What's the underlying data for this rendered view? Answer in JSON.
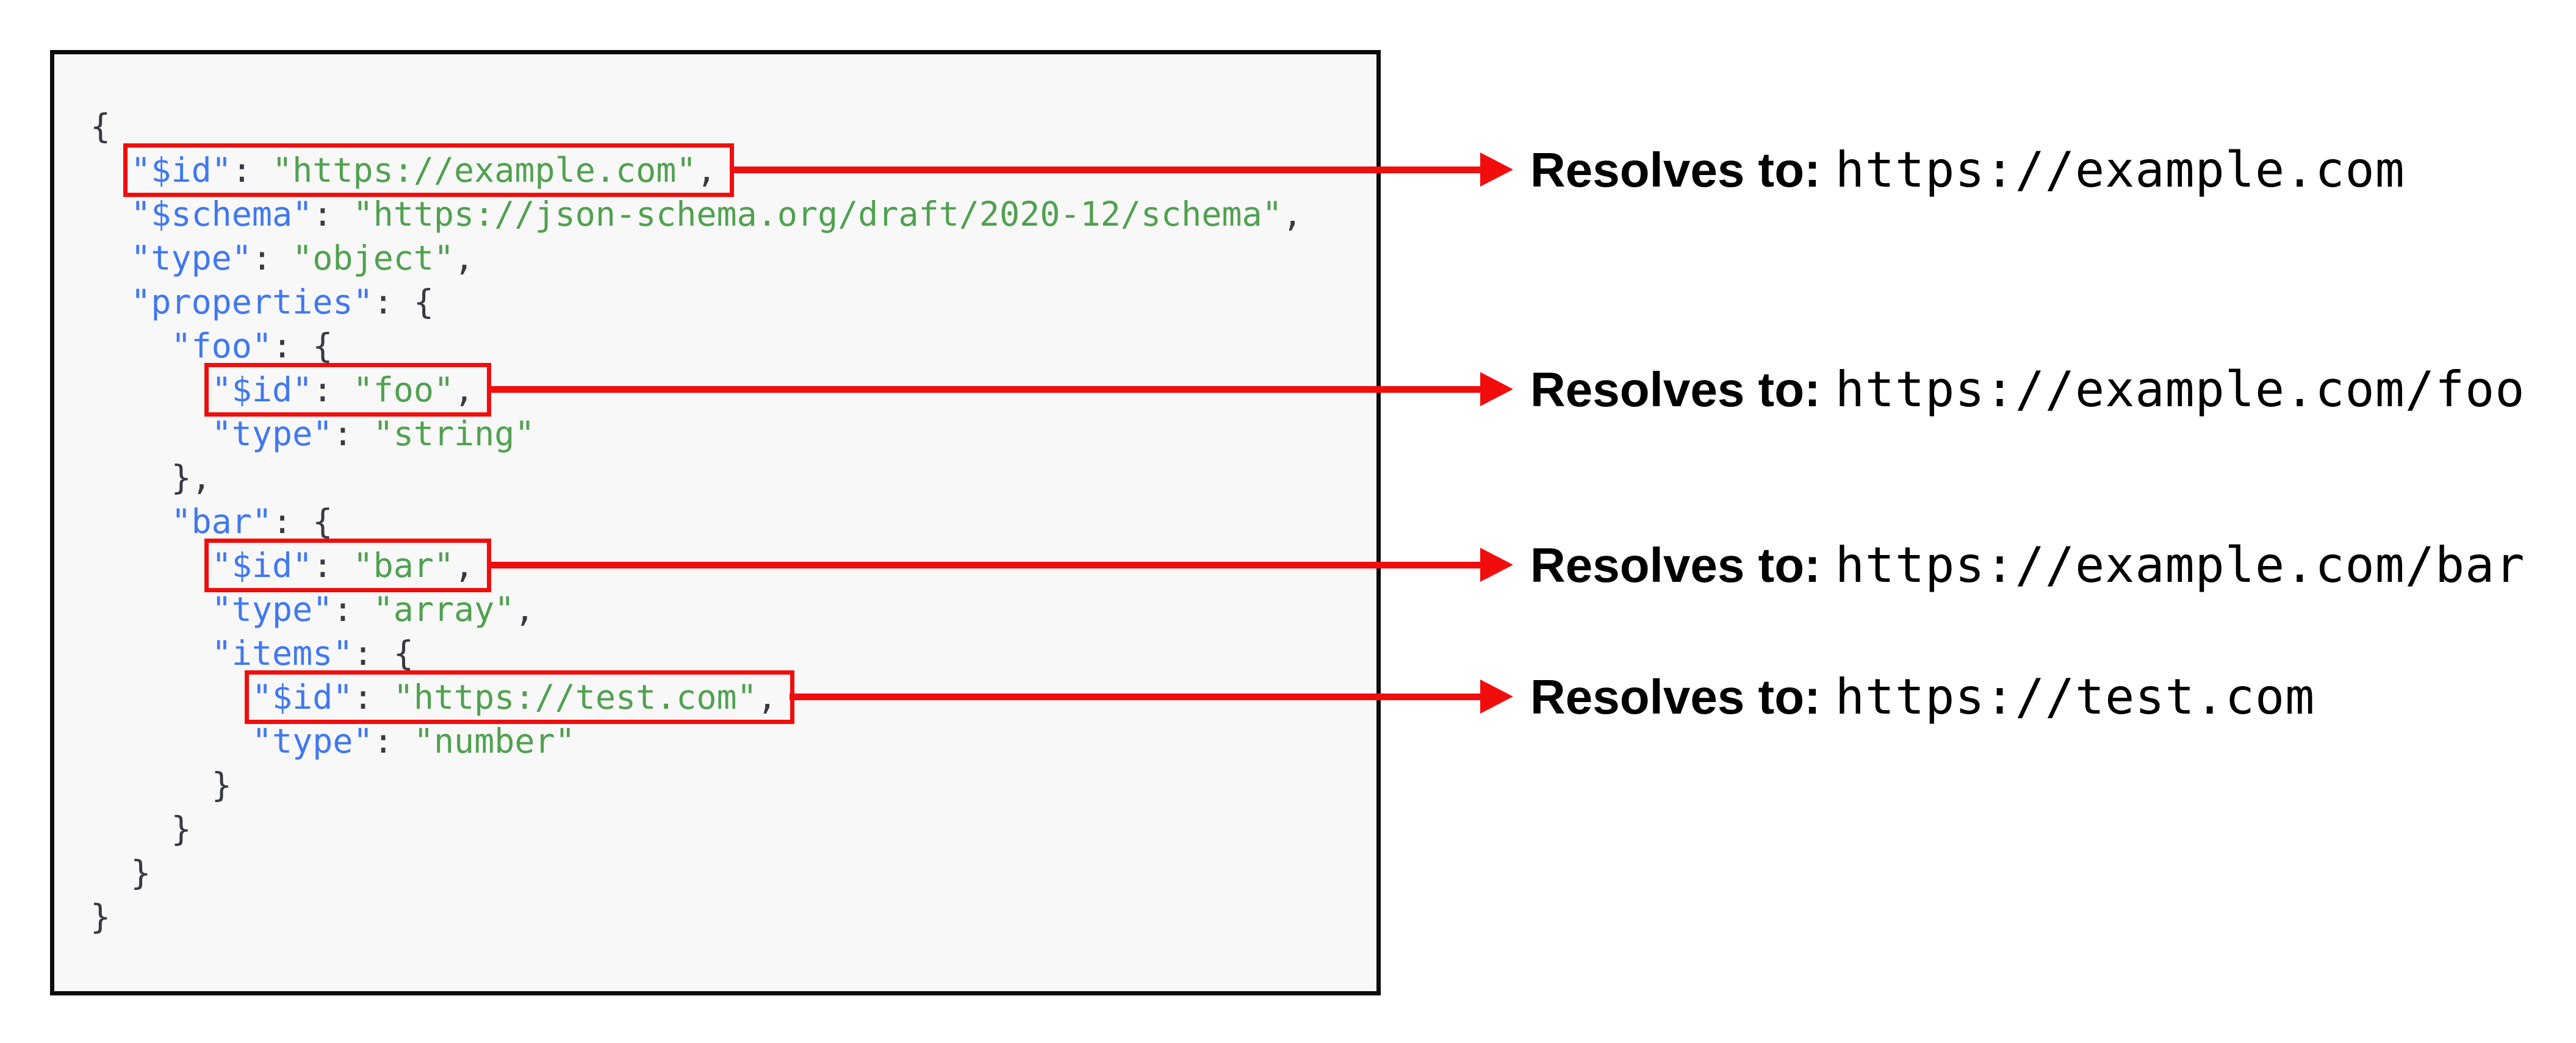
{
  "colors": {
    "key_blue": "#4078f2",
    "string_green": "#50a14f",
    "punct": "#383a42",
    "accent_red": "#f20d0d",
    "panel_bg": "#f8f8f8",
    "panel_border": "#0b0b0b",
    "annotation_text": "#000000"
  },
  "code_panel": {
    "language": "json",
    "lines": [
      {
        "indent": "",
        "box": false,
        "segments": [
          {
            "t": "p",
            "v": "{"
          }
        ]
      },
      {
        "indent": "  ",
        "box": true,
        "segments": [
          {
            "t": "k",
            "v": "\"$id\""
          },
          {
            "t": "p",
            "v": ": "
          },
          {
            "t": "s",
            "v": "\"https://example.com\""
          },
          {
            "t": "p",
            "v": ","
          }
        ]
      },
      {
        "indent": "  ",
        "box": false,
        "segments": [
          {
            "t": "k",
            "v": "\"$schema\""
          },
          {
            "t": "p",
            "v": ": "
          },
          {
            "t": "s",
            "v": "\"https://json-schema.org/draft/2020-12/schema\""
          },
          {
            "t": "p",
            "v": ","
          }
        ]
      },
      {
        "indent": "  ",
        "box": false,
        "segments": [
          {
            "t": "k",
            "v": "\"type\""
          },
          {
            "t": "p",
            "v": ": "
          },
          {
            "t": "s",
            "v": "\"object\""
          },
          {
            "t": "p",
            "v": ","
          }
        ]
      },
      {
        "indent": "  ",
        "box": false,
        "segments": [
          {
            "t": "k",
            "v": "\"properties\""
          },
          {
            "t": "p",
            "v": ": {"
          }
        ]
      },
      {
        "indent": "    ",
        "box": false,
        "segments": [
          {
            "t": "k",
            "v": "\"foo\""
          },
          {
            "t": "p",
            "v": ": {"
          }
        ]
      },
      {
        "indent": "      ",
        "box": true,
        "segments": [
          {
            "t": "k",
            "v": "\"$id\""
          },
          {
            "t": "p",
            "v": ": "
          },
          {
            "t": "s",
            "v": "\"foo\""
          },
          {
            "t": "p",
            "v": ","
          }
        ]
      },
      {
        "indent": "      ",
        "box": false,
        "segments": [
          {
            "t": "k",
            "v": "\"type\""
          },
          {
            "t": "p",
            "v": ": "
          },
          {
            "t": "s",
            "v": "\"string\""
          }
        ]
      },
      {
        "indent": "    ",
        "box": false,
        "segments": [
          {
            "t": "p",
            "v": "},"
          }
        ]
      },
      {
        "indent": "    ",
        "box": false,
        "segments": [
          {
            "t": "k",
            "v": "\"bar\""
          },
          {
            "t": "p",
            "v": ": {"
          }
        ]
      },
      {
        "indent": "      ",
        "box": true,
        "segments": [
          {
            "t": "k",
            "v": "\"$id\""
          },
          {
            "t": "p",
            "v": ": "
          },
          {
            "t": "s",
            "v": "\"bar\""
          },
          {
            "t": "p",
            "v": ","
          }
        ]
      },
      {
        "indent": "      ",
        "box": false,
        "segments": [
          {
            "t": "k",
            "v": "\"type\""
          },
          {
            "t": "p",
            "v": ": "
          },
          {
            "t": "s",
            "v": "\"array\""
          },
          {
            "t": "p",
            "v": ","
          }
        ]
      },
      {
        "indent": "      ",
        "box": false,
        "segments": [
          {
            "t": "k",
            "v": "\"items\""
          },
          {
            "t": "p",
            "v": ": {"
          }
        ]
      },
      {
        "indent": "        ",
        "box": true,
        "segments": [
          {
            "t": "k",
            "v": "\"$id\""
          },
          {
            "t": "p",
            "v": ": "
          },
          {
            "t": "s",
            "v": "\"https://test.com\""
          },
          {
            "t": "p",
            "v": ","
          }
        ]
      },
      {
        "indent": "        ",
        "box": false,
        "segments": [
          {
            "t": "k",
            "v": "\"type\""
          },
          {
            "t": "p",
            "v": ": "
          },
          {
            "t": "s",
            "v": "\"number\""
          }
        ]
      },
      {
        "indent": "      ",
        "box": false,
        "segments": [
          {
            "t": "p",
            "v": "}"
          }
        ]
      },
      {
        "indent": "    ",
        "box": false,
        "segments": [
          {
            "t": "p",
            "v": "}"
          }
        ]
      },
      {
        "indent": "  ",
        "box": false,
        "segments": [
          {
            "t": "p",
            "v": "}"
          }
        ]
      },
      {
        "indent": "",
        "box": false,
        "segments": [
          {
            "t": "p",
            "v": "}"
          }
        ]
      }
    ]
  },
  "annotations": [
    {
      "label": "Resolves to:",
      "value": "https://example.com"
    },
    {
      "label": "Resolves to:",
      "value": "https://example.com/foo"
    },
    {
      "label": "Resolves to:",
      "value": "https://example.com/bar"
    },
    {
      "label": "Resolves to:",
      "value": "https://test.com"
    }
  ]
}
